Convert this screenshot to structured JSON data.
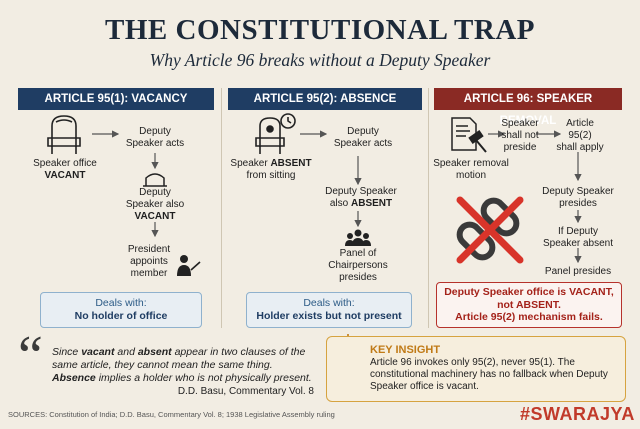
{
  "header": {
    "title": "THE CONSTITUTIONAL TRAP",
    "subtitle": "Why Article 96 breaks without a Deputy Speaker"
  },
  "columns": [
    {
      "header": "ARTICLE 95(1): VACANCY",
      "start_pre": "Speaker office",
      "start_bold": "VACANT",
      "step1": [
        "Deputy",
        "Speaker acts"
      ],
      "step2_pre": [
        "Deputy",
        "Speaker also"
      ],
      "step2_bold": "VACANT",
      "step3": [
        "President",
        "appoints",
        "member"
      ],
      "deals_label": "Deals with:",
      "deals_value": "No holder of office"
    },
    {
      "header": "ARTICLE 95(2): ABSENCE",
      "start_pre": "Speaker",
      "start_bold": "ABSENT",
      "start_post": "from sitting",
      "step1": [
        "Deputy",
        "Speaker acts"
      ],
      "step2_pre": "Deputy Speaker",
      "step2_mid": "also",
      "step2_bold": "ABSENT",
      "step3": [
        "Panel of",
        "Chairpersons",
        "presides"
      ],
      "deals_label": "Deals with:",
      "deals_value": "Holder exists but not present"
    },
    {
      "header": "ARTICLE 96: SPEAKER REMOVAL",
      "start": [
        "Speaker removal",
        "motion"
      ],
      "step1": [
        "Speaker",
        "shall not",
        "preside"
      ],
      "step1b": [
        "Article",
        "95(2)",
        "shall apply"
      ],
      "step2": [
        "Deputy Speaker",
        "presides"
      ],
      "step3": [
        "If Deputy",
        "Speaker absent"
      ],
      "step4": "Panel presides",
      "warning": [
        "Deputy Speaker office is VACANT,",
        "not ABSENT.",
        "Article 95(2) mechanism fails."
      ]
    }
  ],
  "quote": {
    "line1_pre": "Since ",
    "w_vacant": "vacant",
    "line1_mid": " and ",
    "w_absent": "absent",
    "line1_post": " appear in two clauses of the same article, they cannot mean the same thing. ",
    "w_absence": "Absence",
    "line2_post": " implies a holder who is not physically present.",
    "attribution": "D.D. Basu, Commentary Vol. 8"
  },
  "insight": {
    "title": "KEY INSIGHT",
    "text": "Article 96 invokes only 95(2), never 95(1). The constitutional machinery has no fallback when Deputy Speaker office is vacant."
  },
  "footer": {
    "sources": "SOURCES: Constitution of India; D.D. Basu, Commentary Vol. 8; 1938 Legislative Assembly ruling",
    "brand": "#SWARAJYA"
  },
  "colors": {
    "header_blue": "#1f3d63",
    "header_red": "#8a2a24",
    "alert_red": "#b6322c",
    "insight_gold": "#d6a340",
    "background": "#f2ede3"
  },
  "icons": [
    "throne-chair-icon",
    "empty-chair-icon",
    "presenter-icon",
    "chair-clock-icon",
    "group-icon",
    "document-gavel-icon",
    "broken-chain-icon",
    "lightbulb-icon",
    "quote-icon"
  ]
}
